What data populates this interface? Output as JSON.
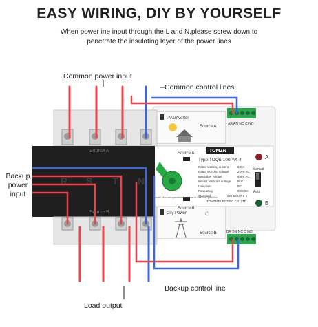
{
  "header": {
    "title": "EASY WIRING, DIY BY YOURSELF",
    "subtitle": "When power ine input through the L and N,please screw down to penetrate the insulating layer of the power lines"
  },
  "callouts": {
    "common_power_input": "Common power input",
    "common_control_lines": "Common control lines",
    "backup_power_input": "Backup power input",
    "backup_control_line": "Backup control line",
    "load_output": "Load output"
  },
  "device": {
    "brand": "TOMZN",
    "model": "Type:TOQ5-100PⅥ-4",
    "source_a_top": "Source A",
    "source_b_bottom": "Source B",
    "pole_letters": [
      "R",
      "S",
      "T",
      "N"
    ],
    "switch_source_a": "Source A",
    "switch_source_b": "Source B",
    "spec_labels": [
      "Rated working current",
      "Rated working voltage",
      "Insulation voltage",
      "Impact resistant voltage",
      "Use class",
      "Frequency",
      "Standard"
    ],
    "spec_values": [
      "100A",
      "220V AC",
      "690V AC",
      "8kV",
      "PC",
      "50/60Hz",
      "IEC 60947-6-1"
    ],
    "manufacturer": "TOMZN ELECTRIC CO.,LTD",
    "indicator_a": "A",
    "indicator_b": "B",
    "mode_manual": "Manual",
    "mode_auto": "Auto",
    "note": "Note: Manual operation must be in 'Manual' position",
    "pv_inverter": "PV&Inverter",
    "module_source_a": "Source A",
    "terminal_a_labels": "AR AN NC C NO",
    "city_power": "City Power",
    "module_source_b": "Source B",
    "terminal_b_labels": "BR BN NC C NO",
    "power_symbol": "⏻"
  },
  "colors": {
    "live_wire": "#e8444a",
    "neutral_wire": "#3f66d8",
    "black_unit": "#1f1f1f",
    "terminal_green": "#2ea44f",
    "switch_green": "#27a844"
  }
}
